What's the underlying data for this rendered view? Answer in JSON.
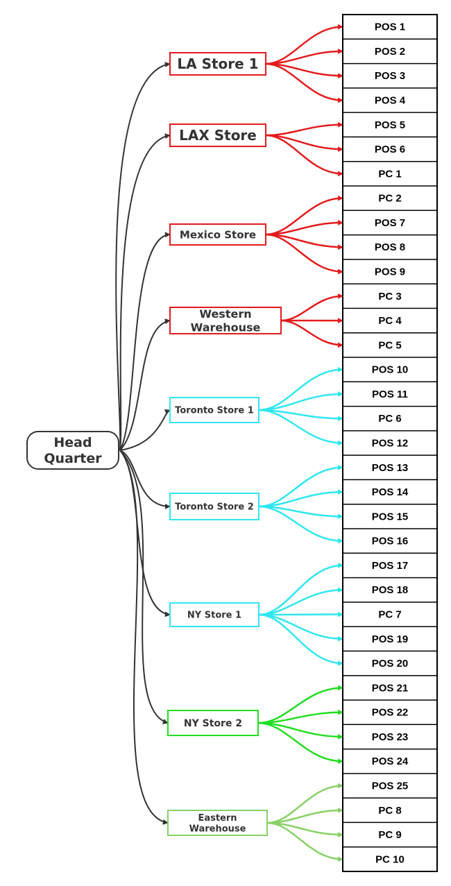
{
  "hub": {
    "label_lines": [
      "Head",
      "Quarter"
    ]
  },
  "colors": {
    "red": "#e31a1c",
    "cyan": "#2ee6f0",
    "green": "#22dd22",
    "lightgreen": "#88d066",
    "dark": "#333333"
  },
  "stores": [
    {
      "id": "la-store-1",
      "label_lines": [
        "LA Store 1"
      ],
      "color": "red",
      "devices": [
        "POS 1",
        "POS 2",
        "POS 3",
        "POS 4"
      ]
    },
    {
      "id": "lax-store",
      "label_lines": [
        "LAX Store"
      ],
      "color": "red",
      "devices": [
        "POS 5",
        "POS 6",
        "PC 1"
      ]
    },
    {
      "id": "mexico-store",
      "label_lines": [
        "Mexico Store"
      ],
      "color": "red",
      "devices": [
        "PC 2",
        "POS 7",
        "POS 8",
        "POS 9"
      ]
    },
    {
      "id": "western-warehouse",
      "label_lines": [
        "Western",
        "Warehouse"
      ],
      "color": "red",
      "devices": [
        "PC 3",
        "PC 4",
        "PC 5"
      ]
    },
    {
      "id": "toronto-store-1",
      "label_lines": [
        "Toronto Store 1"
      ],
      "color": "cyan",
      "devices": [
        "POS 10",
        "POS 11",
        "PC 6",
        "POS 12"
      ]
    },
    {
      "id": "toronto-store-2",
      "label_lines": [
        "Toronto Store 2"
      ],
      "color": "cyan",
      "devices": [
        "POS 13",
        "POS 14",
        "POS 15",
        "POS 16"
      ]
    },
    {
      "id": "ny-store-1",
      "label_lines": [
        "NY Store 1"
      ],
      "color": "cyan",
      "devices": [
        "POS 17",
        "POS 18",
        "PC 7",
        "POS 19",
        "POS 20"
      ]
    },
    {
      "id": "ny-store-2",
      "label_lines": [
        "NY Store 2"
      ],
      "color": "green",
      "devices": [
        "POS 21",
        "POS 22",
        "POS 23",
        "POS 24"
      ]
    },
    {
      "id": "eastern-warehouse",
      "label_lines": [
        "Eastern",
        "Warehouse"
      ],
      "color": "lightgreen",
      "devices": [
        "POS 25",
        "PC 8",
        "PC 9",
        "PC 10"
      ]
    }
  ]
}
